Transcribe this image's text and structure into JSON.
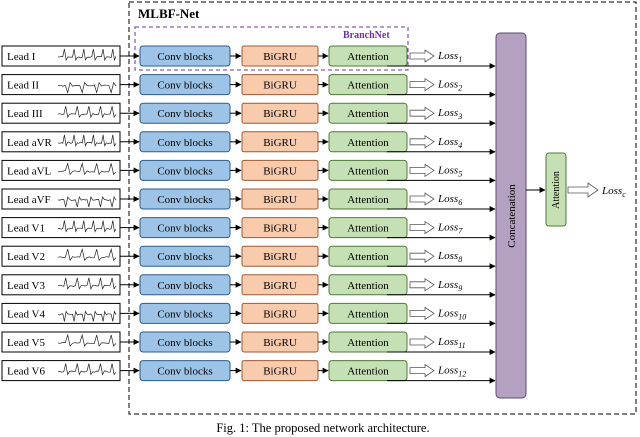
{
  "diagram": {
    "title": "MLBF-Net",
    "branch_label": "BranchNet",
    "caption": "Fig. 1: The proposed network architecture.",
    "block_labels": {
      "conv": "Conv blocks",
      "gru": "BiGRU",
      "attention": "Attention"
    },
    "concat_label": "Concatenation",
    "final_attention_label": "Attention",
    "final_loss": {
      "base": "Loss",
      "sub": "c"
    },
    "leads": [
      {
        "label": "Lead I",
        "loss_base": "Loss",
        "loss_sub": "1"
      },
      {
        "label": "Lead II",
        "loss_base": "Loss",
        "loss_sub": "2"
      },
      {
        "label": "Lead III",
        "loss_base": "Loss",
        "loss_sub": "3"
      },
      {
        "label": "Lead aVR",
        "loss_base": "Loss",
        "loss_sub": "4"
      },
      {
        "label": "Lead aVL",
        "loss_base": "Loss",
        "loss_sub": "5"
      },
      {
        "label": "Lead aVF",
        "loss_base": "Loss",
        "loss_sub": "6"
      },
      {
        "label": "Lead V1",
        "loss_base": "Loss",
        "loss_sub": "7"
      },
      {
        "label": "Lead V2",
        "loss_base": "Loss",
        "loss_sub": "8"
      },
      {
        "label": "Lead V3",
        "loss_base": "Loss",
        "loss_sub": "9"
      },
      {
        "label": "Lead V4",
        "loss_base": "Loss",
        "loss_sub": "10"
      },
      {
        "label": "Lead V5",
        "loss_base": "Loss",
        "loss_sub": "11"
      },
      {
        "label": "Lead V6",
        "loss_base": "Loss",
        "loss_sub": "12"
      }
    ],
    "colors": {
      "conv_fill": "#9dc3e6",
      "conv_stroke": "#2e5c8a",
      "gru_fill": "#f8cbad",
      "gru_stroke": "#9c5b35",
      "attention_fill": "#c5e0b4",
      "attention_stroke": "#4f7a3a",
      "concat_fill": "#b4a0c0",
      "concat_stroke": "#5e4a6e",
      "branch_stroke": "#7030a0",
      "line": "#000000"
    }
  }
}
